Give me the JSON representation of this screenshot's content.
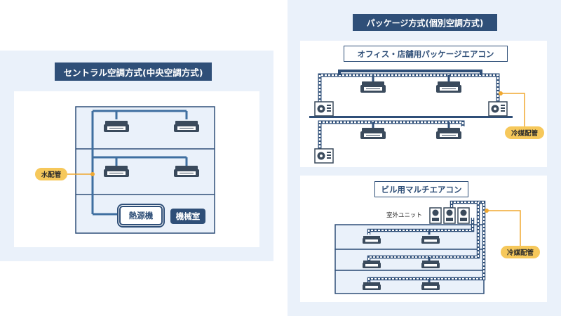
{
  "central": {
    "title": "セントラル空調方式(中央空調方式)",
    "pipe_label": "水配管",
    "heat_source_label": "熱源機",
    "machine_room_label": "機械室"
  },
  "package": {
    "title": "パッケージ方式(個別空調方式)",
    "office": {
      "title": "オフィス・店舗用パッケージエアコン",
      "pipe_label": "冷媒配管"
    },
    "building": {
      "title": "ビル用マルチエアコン",
      "outdoor_label": "室外ユニット",
      "pipe_label": "冷媒配管"
    }
  },
  "colors": {
    "navy": "#2f4f78",
    "panel_bg": "#eaf1fa",
    "accent_yellow": "#f6c85b",
    "unit_dark": "#3a4a5c",
    "pipe_blue": "#3f6fa0"
  },
  "icons": [
    "ceiling-cassette-icon",
    "outdoor-unit-icon",
    "heat-source-machine-icon"
  ]
}
